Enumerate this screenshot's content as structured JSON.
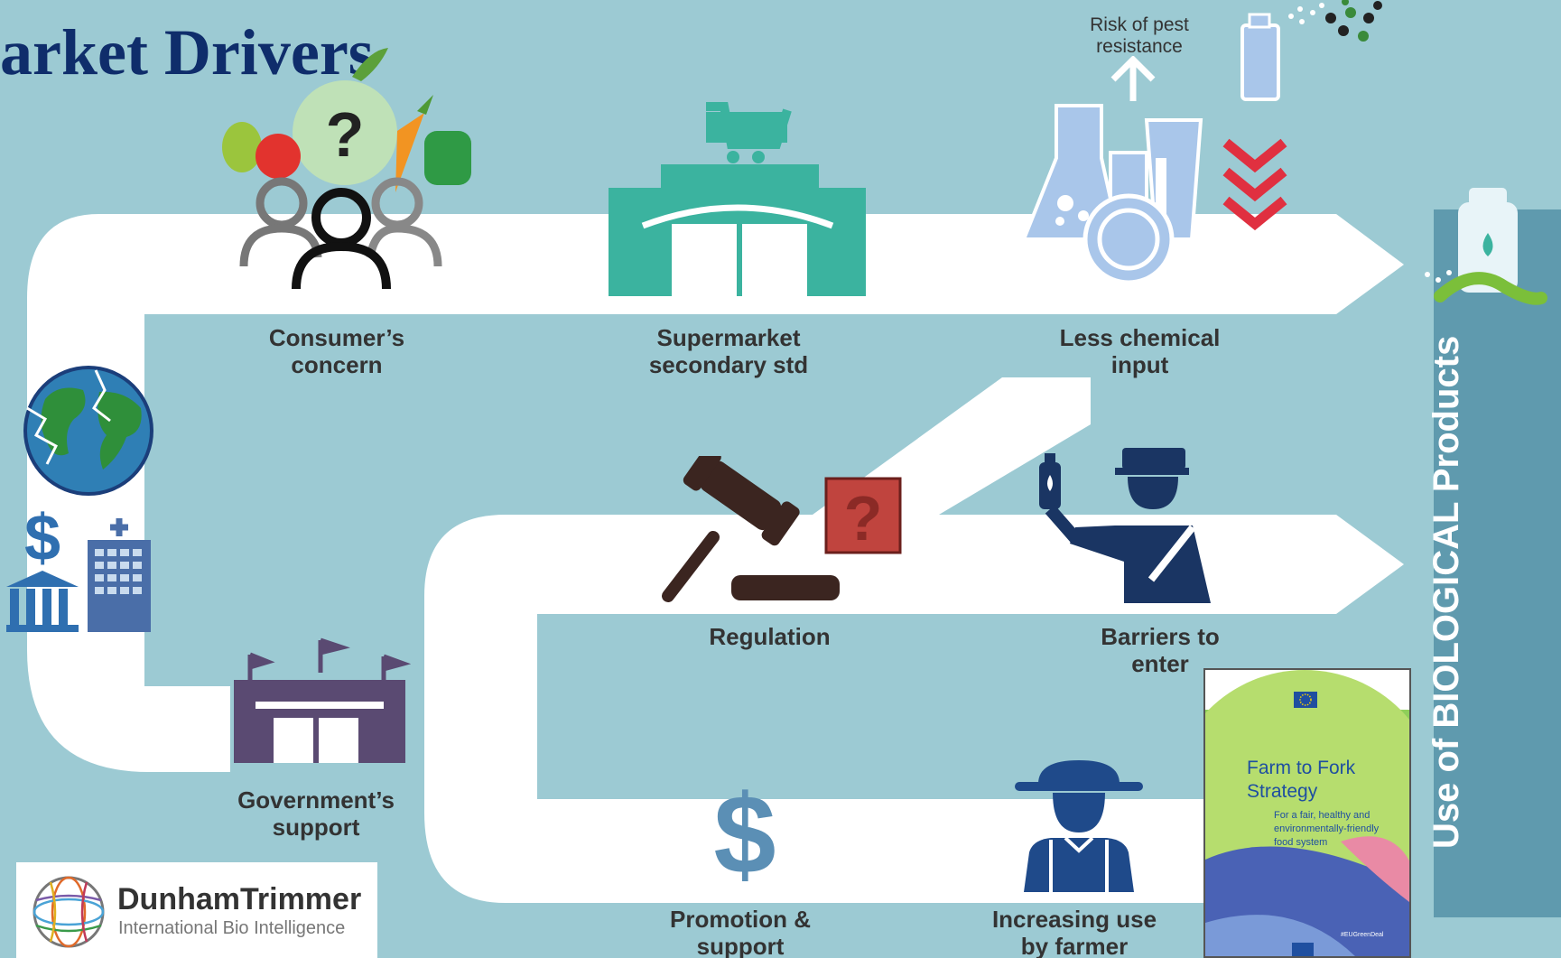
{
  "title": "arket Drivers",
  "stages": {
    "consumer": [
      "Consumer’s",
      "concern"
    ],
    "supermarket": [
      "Supermarket",
      "secondary std"
    ],
    "chemical": [
      "Less chemical",
      "input"
    ],
    "regulation": "Regulation",
    "barriers": [
      "Barriers to",
      "enter"
    ],
    "government": [
      "Government’s",
      "support"
    ],
    "promotion": [
      "Promotion &",
      "support"
    ],
    "farmer": [
      "Increasing use",
      "by farmer"
    ]
  },
  "risk_note": [
    "Risk of pest",
    "resistance"
  ],
  "side_label": "Use of BIOLOGICAL Products",
  "logo": {
    "name": "DunhamTrimmer",
    "tagline": "International Bio Intelligence"
  },
  "cover": {
    "title": [
      "Farm to Fork",
      "Strategy"
    ],
    "subtitle": [
      "For a fair, healthy and",
      "environmentally-friendly",
      "food system"
    ],
    "hashtag": "#EUGreenDeal"
  },
  "colors": {
    "background": "#9ccad3",
    "path": "#ffffff",
    "title": "#0f2d6b",
    "store_teal": "#3bb39f",
    "government_purple": "#5a4a72",
    "arrows_red": "#e03040",
    "icon_navy": "#1a3563"
  }
}
